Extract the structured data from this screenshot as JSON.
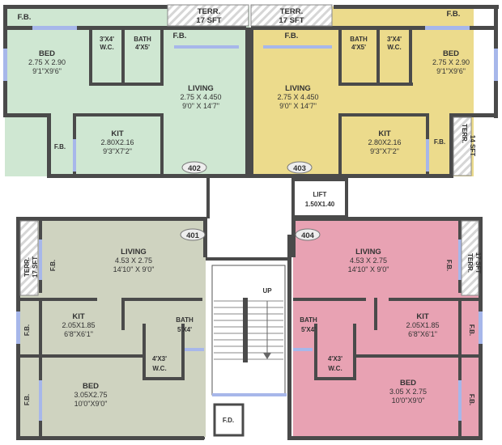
{
  "colors": {
    "unit_402": "#cfe7d2",
    "unit_403": "#ecdb8c",
    "unit_401": "#cfd3c0",
    "unit_404": "#e8a2b3",
    "wall": "#4a4a4a",
    "window": "#a7b7ea",
    "terrace_hatch": "#d6d6d6"
  },
  "units": {
    "402": {
      "badge": "402",
      "fb_top": "F.B.",
      "fb_side": "F.B.",
      "terrace": {
        "line1": "TERR.",
        "line2": "17 SFT"
      },
      "bed": {
        "name": "BED",
        "metric": "2.75 X 2.90",
        "imperial": "9'1\"X9'6\""
      },
      "wc": {
        "line1": "3'X4'",
        "line2": "W.C."
      },
      "bath": {
        "line1": "BATH",
        "line2": "4'X5'"
      },
      "fb_living": "F.B.",
      "living": {
        "name": "LIVING",
        "metric": "2.75 X 4.450",
        "imperial": "9'0\" X 14'7\""
      },
      "kit": {
        "name": "KIT",
        "metric": "2.80X2.16",
        "imperial": "9'3\"X7'2\""
      }
    },
    "403": {
      "badge": "403",
      "fb_top": "F.B.",
      "fb_side": "F.B.",
      "terrace": {
        "line1": "TERR.",
        "line2": "17 SFT"
      },
      "terrace_side": {
        "line1": "TERR.",
        "line2": "14 SFT"
      },
      "bed": {
        "name": "BED",
        "metric": "2.75 X 2.90",
        "imperial": "9'1\"X9'6\""
      },
      "wc": {
        "line1": "3'X4'",
        "line2": "W.C."
      },
      "bath": {
        "line1": "BATH",
        "line2": "4'X5'"
      },
      "fb_living": "F.B.",
      "living": {
        "name": "LIVING",
        "metric": "2.75 X 4.450",
        "imperial": "9'0\" X 14'7\""
      },
      "kit": {
        "name": "KIT",
        "metric": "2.80X2.16",
        "imperial": "9'3\"X7'2\""
      }
    },
    "401": {
      "badge": "401",
      "terrace": {
        "line1": "TERR.",
        "line2": "17 SFT"
      },
      "fb_living": "F.B.",
      "fb_kit": "F.B.",
      "fb_bed": "F.B.",
      "living": {
        "name": "LIVING",
        "metric": "4.53 X 2.75",
        "imperial": "14'10\" X 9'0\""
      },
      "kit": {
        "name": "KIT",
        "metric": "2.05X1.85",
        "imperial": "6'8\"X6'1\""
      },
      "bath": {
        "line1": "BATH",
        "line2": "5'X4'"
      },
      "wc": {
        "line1": "4'X3'",
        "line2": "W.C."
      },
      "bed": {
        "name": "BED",
        "metric": "3.05X2.75",
        "imperial": "10'0\"X9'0\""
      }
    },
    "404": {
      "badge": "404",
      "terrace": {
        "line1": "TERR.",
        "line2": "17 SFT"
      },
      "fb_living": "F.B.",
      "fb_kit": "F.B.",
      "fb_bed": "F.B.",
      "living": {
        "name": "LIVING",
        "metric": "4.53 X 2.75",
        "imperial": "14'10\" X 9'0\""
      },
      "kit": {
        "name": "KIT",
        "metric": "2.05X1.85",
        "imperial": "6'8\"X6'1\""
      },
      "bath": {
        "line1": "BATH",
        "line2": "5'X4'"
      },
      "wc": {
        "line1": "4'X3'",
        "line2": "W.C."
      },
      "bed": {
        "name": "BED",
        "metric": "3.05 X 2.75",
        "imperial": "10'0\"X9'0\""
      }
    }
  },
  "core": {
    "lift": {
      "name": "LIFT",
      "size": "1.50X1.40"
    },
    "stair_label": "UP",
    "duct": "F.D."
  }
}
